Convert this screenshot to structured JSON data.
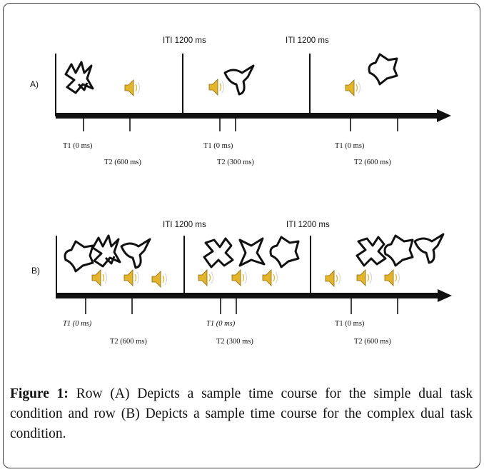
{
  "figure": {
    "iti_label": "ITI 1200 ms",
    "rows": [
      {
        "label": "A)",
        "segments": [
          {
            "t1": "T1 (0 ms)",
            "t2": "T2 (600 ms)"
          },
          {
            "t1": "T1 (0 ms)",
            "t2": "T2 (300 ms)"
          },
          {
            "t1": "T1 (0 ms)",
            "t2": "T2 (600 ms)"
          }
        ]
      },
      {
        "label": "B)",
        "segments": [
          {
            "t1": "T1 (0 ms)",
            "t2": "T2 (600 ms)"
          },
          {
            "t1": "T1 (0 ms)",
            "t2": "T2 (300 ms)"
          },
          {
            "t1": "T1 (0 ms)",
            "t2": "T2 (600 ms)"
          }
        ]
      }
    ]
  },
  "caption": {
    "label": "Figure 1:",
    "text": " Row (A) Depicts a sample time course for the simple dual task condition and row (B) Depicts a sample time course for the complex dual task condition."
  }
}
